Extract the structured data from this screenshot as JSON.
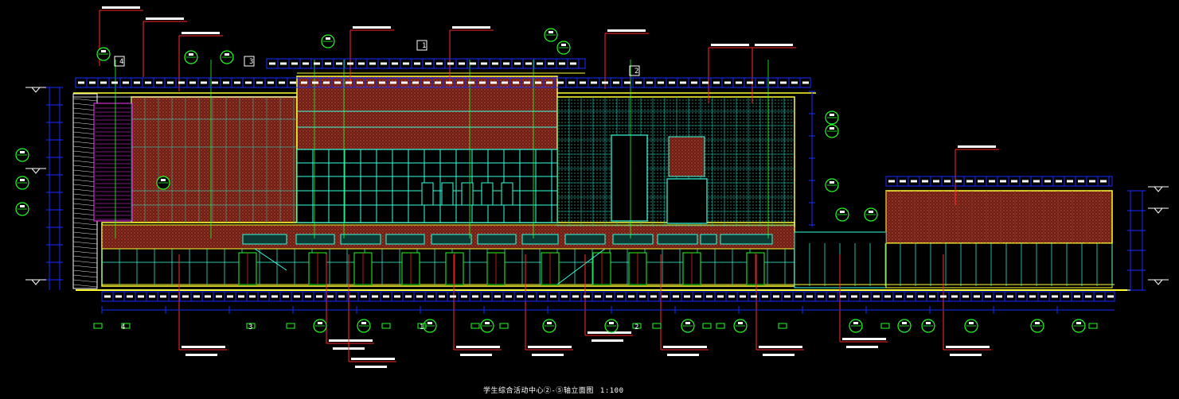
{
  "drawing": {
    "title": "学生综合活动中心②-⑤轴立面图",
    "scale": "1:100"
  },
  "colors": {
    "background": "#000000",
    "dimension": "#1a2cff",
    "dimension_text": "#ffffff",
    "brick": "#7a2418",
    "brick_hatch": "#c0463a",
    "outline_yellow": "#ffff33",
    "glazing_cyan": "#35ffe0",
    "green": "#22ff22",
    "red_leader": "#ff2a2a",
    "magenta": "#ff33ff",
    "grid_bubble": "#22ff22"
  },
  "axis_tags_bottom": [
    "4",
    "3",
    "1",
    "2"
  ],
  "axis_tags_top": [
    "4",
    "3",
    "1",
    "2"
  ]
}
